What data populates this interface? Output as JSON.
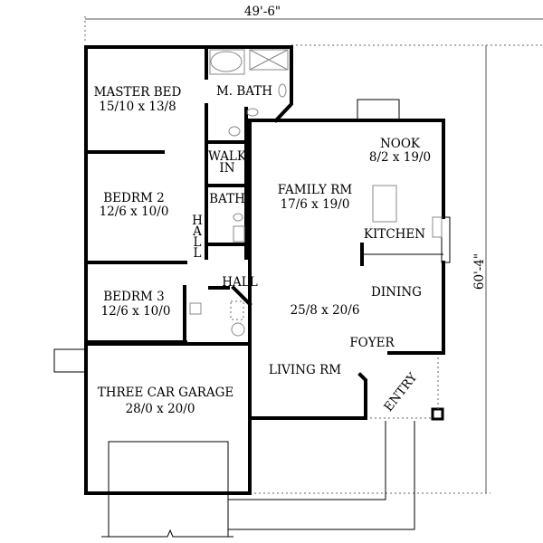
{
  "dimensions": {
    "width": "49'-6\"",
    "depth": "60'-4\""
  },
  "rooms": {
    "master_bed": {
      "name": "MASTER BED",
      "size": "15/10 x 13/8"
    },
    "master_bath": {
      "name": "M. BATH"
    },
    "walk_in": {
      "line1": "WALK",
      "line2": "IN"
    },
    "bath": {
      "name": "BATH"
    },
    "nook": {
      "name": "NOOK",
      "size": "8/2 x 19/0"
    },
    "family_rm": {
      "name": "FAMILY RM",
      "size": "17/6 x 19/0"
    },
    "bedrm2": {
      "name": "BEDRM 2",
      "size": "12/6 x 10/0"
    },
    "hall_vertical": {
      "l1": "H",
      "l2": "A",
      "l3": "L",
      "l4": "L"
    },
    "kitchen": {
      "name": "KITCHEN"
    },
    "hall": {
      "name": "HALL"
    },
    "bedrm3": {
      "name": "BEDRM 3",
      "size": "12/6 x 10/0"
    },
    "dining": {
      "name": "DINING"
    },
    "living_dining_size": "25/8 x 20/6",
    "foyer": {
      "name": "FOYER"
    },
    "living_rm": {
      "name": "LIVING RM"
    },
    "garage": {
      "name": "THREE CAR GARAGE",
      "size": "28/0 x 20/0"
    },
    "entry": {
      "name": "ENTRY"
    }
  }
}
